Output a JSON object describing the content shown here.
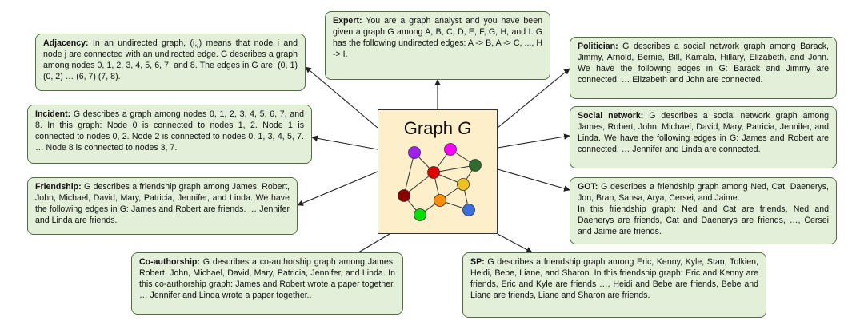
{
  "center": {
    "title_prefix": "Graph ",
    "title_var": "G",
    "node_colors": [
      "#a020f0",
      "#ff00ff",
      "#2e6b2e",
      "#e00000",
      "#8b0000",
      "#f0c020",
      "#ff8c00",
      "#00e000",
      "#3a6fe0"
    ]
  },
  "boxes": {
    "expert": {
      "label": "Expert:",
      "text": "You are a graph analyst and you have been given a graph G among A, B, C, D, E, F, G, H, and I. G has the following undirected edges: A -> B, A -> C, ..., H -> I."
    },
    "adjacency": {
      "label": "Adjacency:",
      "text": "In an undirected graph, (i,j) means that node i and node j are connected with an undirected edge. G describes a graph among nodes 0, 1, 2, 3, 4, 5, 6, 7, and 8. The edges in G are: (0, 1) (0, 2) … (6, 7) (7, 8)."
    },
    "incident": {
      "label": "Incident:",
      "text": "G describes a graph among nodes 0, 1, 2, 3, 4, 5, 6, 7, and 8. In this graph: Node 0 is connected to nodes 1, 2. Node 1 is connected to nodes 0, 2. Node 2 is connected to nodes 0, 1, 3, 4, 5, 7. … Node 8 is connected to nodes 3, 7."
    },
    "friendship": {
      "label": "Friendship:",
      "text": "G describes a friendship graph among James, Robert, John, Michael, David, Mary, Patricia, Jennifer, and Linda. We have the following edges in G: James and Robert are friends. … Jennifer and Linda are friends."
    },
    "coauthorship": {
      "label": "Co-authorship:",
      "text": "G describes a co-authorship graph among James, Robert, John, Michael, David, Mary, Patricia, Jennifer, and Linda. In this co-authorship graph: James and Robert wrote a paper together. … Jennifer and Linda wrote a paper together.."
    },
    "politician": {
      "label": "Politician:",
      "text": "G describes a social network graph among Barack, Jimmy, Arnold, Bernie, Bill, Kamala, Hillary, Elizabeth, and John. We have the following edges in G: Barack and Jimmy are connected. … Elizabeth and John are connected."
    },
    "social": {
      "label": "Social network:",
      "text": "G describes a social network graph among James, Robert, John, Michael, David, Mary, Patricia, Jennifer, and Linda. We have the following edges in G: James and Robert are connected. … Jennifer and Linda are connected."
    },
    "got": {
      "label": "GOT:",
      "text": "G describes a friendship graph among Ned, Cat, Daenerys, Jon, Bran, Sansa, Arya, Cersei, and Jaime.",
      "text2": "In this friendship graph: Ned and Cat are friends, Ned and Daenerys are friends, Cat and Daenerys are friends, …, Cersei and Jaime are friends."
    },
    "sp": {
      "label": "SP:",
      "text": "G describes a friendship graph among Eric, Kenny, Kyle, Stan, Tolkien, Heidi, Bebe, Liane, and Sharon. In this friendship graph: Eric and Kenny are friends, Eric and Kyle are friends …, Heidi and Bebe are friends, Bebe and Liane are friends, Liane and Sharon are friends."
    }
  }
}
